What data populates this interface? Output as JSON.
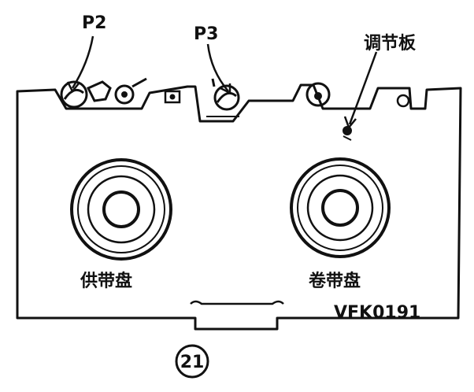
{
  "labels": {
    "p2": "P2",
    "p3": "P3",
    "plate": "调节板",
    "supply_reel": "供带盘",
    "takeup_reel": "卷带盘",
    "model_code": "VFK0191",
    "figure_number": "21"
  },
  "colors": {
    "ink": "#111111",
    "paper": "#ffffff"
  }
}
